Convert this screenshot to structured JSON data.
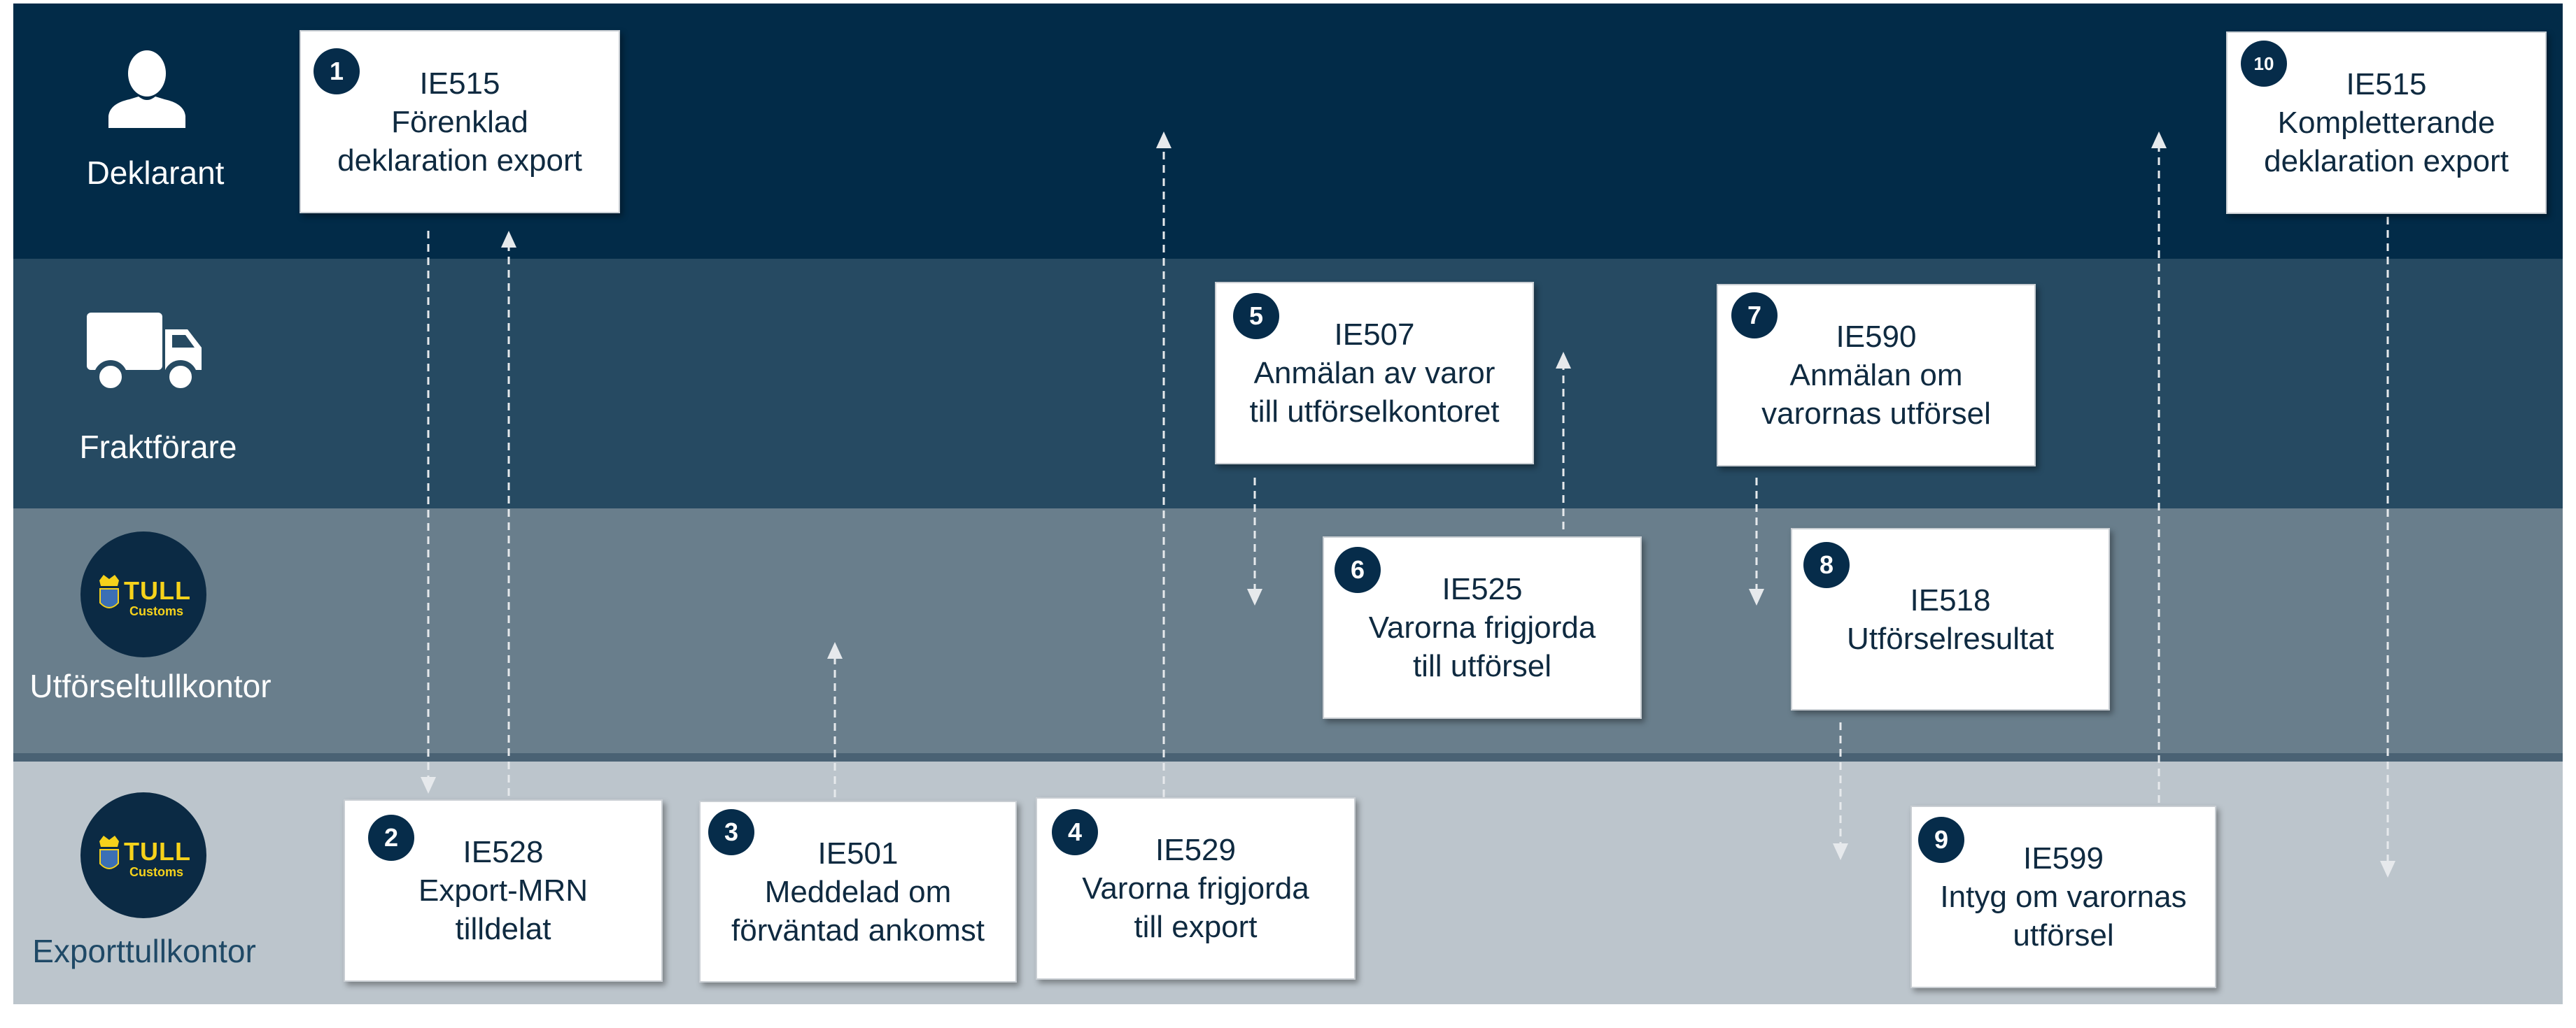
{
  "lanes": [
    {
      "label": "Deklarant",
      "icon": "person-icon",
      "color": "#022b48"
    },
    {
      "label": "Fraktförare",
      "icon": "truck-icon",
      "color": "#264a62"
    },
    {
      "label": "Utförseltullkontor",
      "icon": "tull-customs-logo",
      "color": "#697e8c"
    },
    {
      "label": "Exporttullkontor",
      "icon": "tull-customs-logo",
      "color": "#bcc5cc"
    }
  ],
  "logo": {
    "tull": "TULL",
    "customs": "Customs"
  },
  "messages": [
    {
      "step": "1",
      "code": "IE515",
      "lines": [
        "Förenklad",
        "deklaration export"
      ]
    },
    {
      "step": "2",
      "code": "IE528",
      "lines": [
        "Export-MRN",
        "tilldelat"
      ]
    },
    {
      "step": "3",
      "code": "IE501",
      "lines": [
        "Meddelad om",
        "förväntad ankomst"
      ]
    },
    {
      "step": "4",
      "code": "IE529",
      "lines": [
        "Varorna frigjorda",
        "till export"
      ]
    },
    {
      "step": "5",
      "code": "IE507",
      "lines": [
        "Anmälan av varor",
        "till utförselkontoret"
      ]
    },
    {
      "step": "6",
      "code": "IE525",
      "lines": [
        "Varorna frigjorda",
        "till utförsel"
      ]
    },
    {
      "step": "7",
      "code": "IE590",
      "lines": [
        "Anmälan om",
        "varornas utförsel"
      ]
    },
    {
      "step": "8",
      "code": "IE518",
      "lines": [
        "Utförselresultat"
      ]
    },
    {
      "step": "9",
      "code": "IE599",
      "lines": [
        "Intyg om varornas",
        "utförsel"
      ]
    },
    {
      "step": "10",
      "code": "IE515",
      "lines": [
        "Kompletterande",
        "deklaration export"
      ]
    }
  ],
  "colors": {
    "arrow": "#e6e9ec",
    "badge": "#062c4a",
    "box_text": "#0f2a40"
  }
}
